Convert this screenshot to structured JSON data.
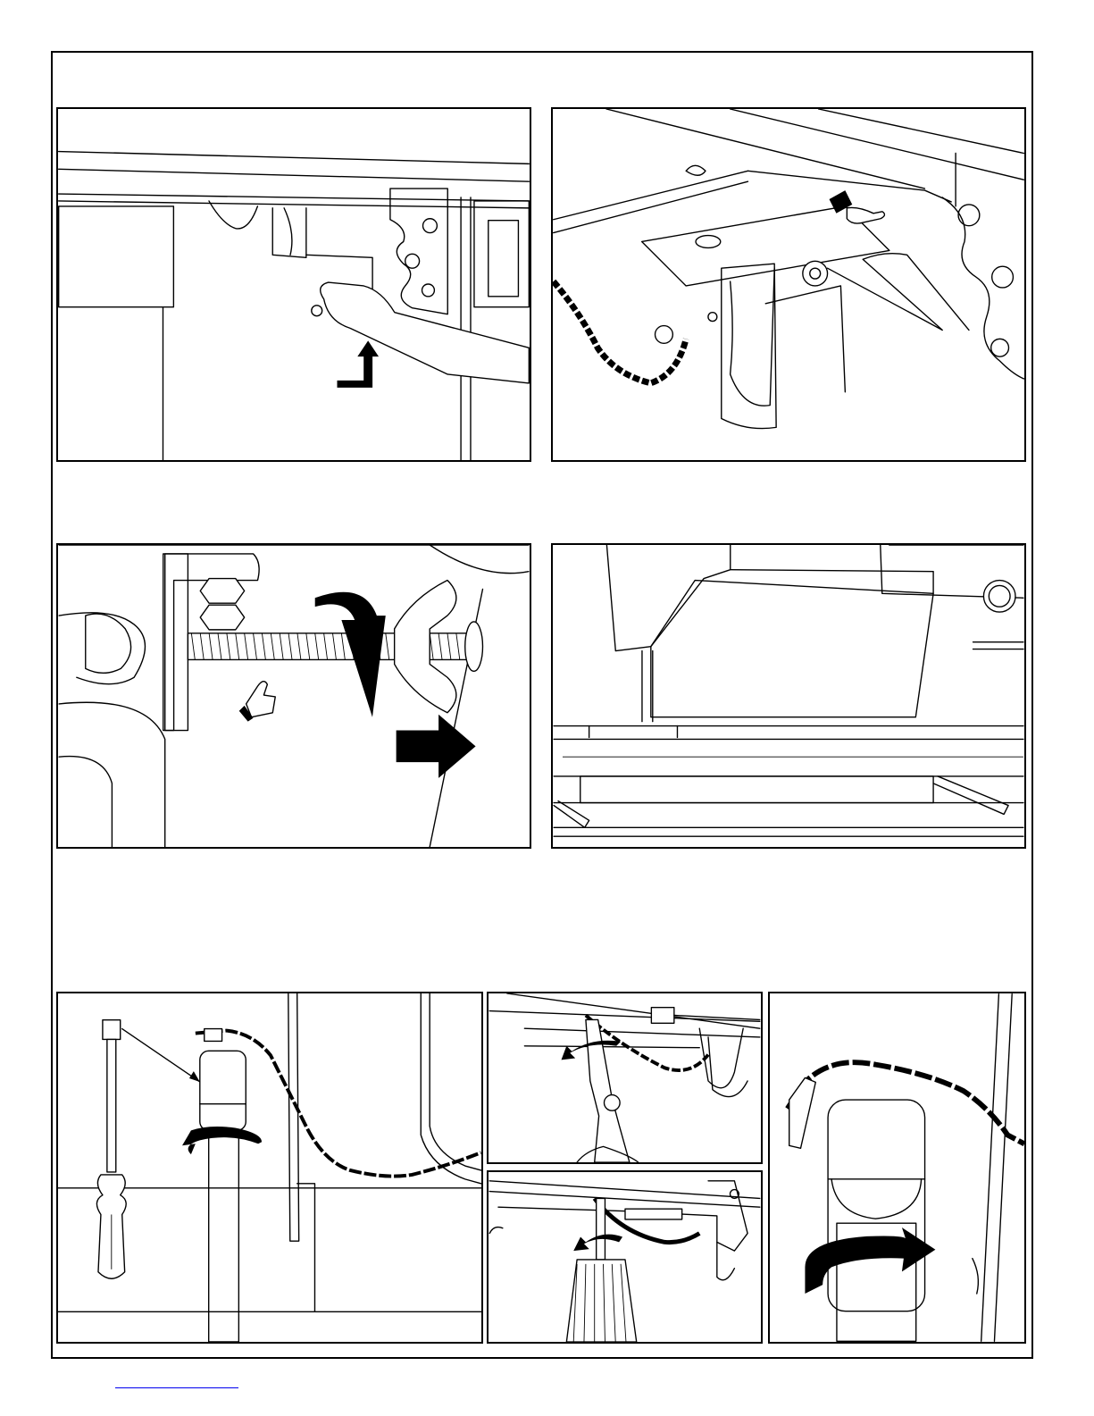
{
  "page": {
    "caption_rows": [
      "",
      "",
      ""
    ],
    "footer_link": ""
  },
  "panels": [
    {
      "id": "frame-underside-pin",
      "icons": [
        "hand-icon",
        "up-arrow-icon",
        "chain-icon"
      ]
    },
    {
      "id": "frame-latch-bracket",
      "icons": [
        "pointing-hand-icon",
        "chain-icon",
        "latch-pin-icon"
      ]
    },
    {
      "id": "wingnut-threaded-rod",
      "icons": [
        "rotate-down-arrow-icon",
        "right-arrow-icon",
        "pointing-hand-icon"
      ]
    },
    {
      "id": "table-side-rail",
      "icons": [
        "knob-icon"
      ]
    },
    {
      "id": "screwdriver-chain-nut",
      "icons": [
        "screwdriver-icon",
        "counterclockwise-arrow-icon",
        "chain-icon"
      ]
    },
    {
      "id": "pliers-chain",
      "icons": [
        "pliers-icon",
        "counterclockwise-arrow-icon"
      ]
    },
    {
      "id": "drill-chain",
      "icons": [
        "drill-icon",
        "counterclockwise-arrow-icon"
      ]
    },
    {
      "id": "chain-nut-closeup",
      "icons": [
        "clockwise-arrow-icon",
        "chain-icon"
      ]
    }
  ]
}
